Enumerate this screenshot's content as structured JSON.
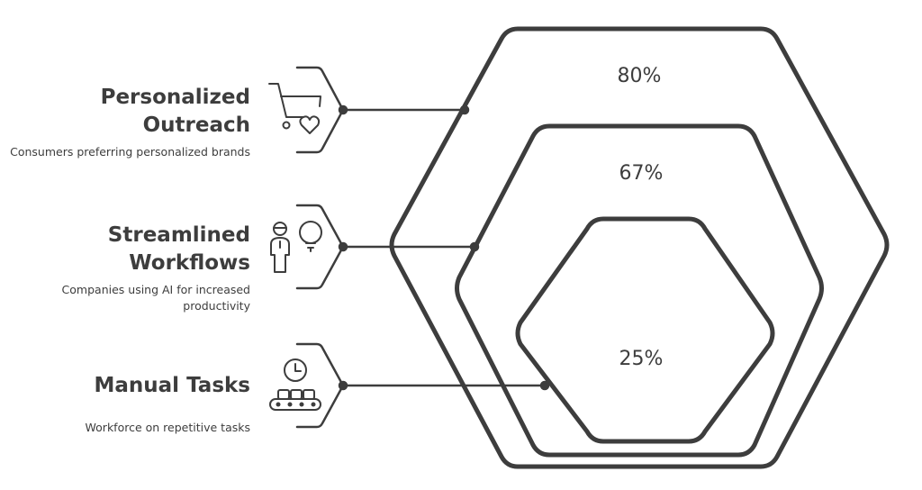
{
  "items": [
    {
      "title_line1": "Personalized",
      "title_line2": "Outreach",
      "description": "Consumers preferring personalized brands",
      "value": "80%",
      "icon": "cart-heart-icon"
    },
    {
      "title_line1": "Streamlined",
      "title_line2": "Workflows",
      "description": "Companies using AI for increased productivity",
      "value": "67%",
      "icon": "worker-idea-icon"
    },
    {
      "title_line1": "Manual Tasks",
      "description": "Workforce on repetitive tasks",
      "value": "25%",
      "icon": "clock-conveyor-icon"
    }
  ],
  "colors": {
    "stroke": "#3d3d3d",
    "background": "#ffffff"
  }
}
